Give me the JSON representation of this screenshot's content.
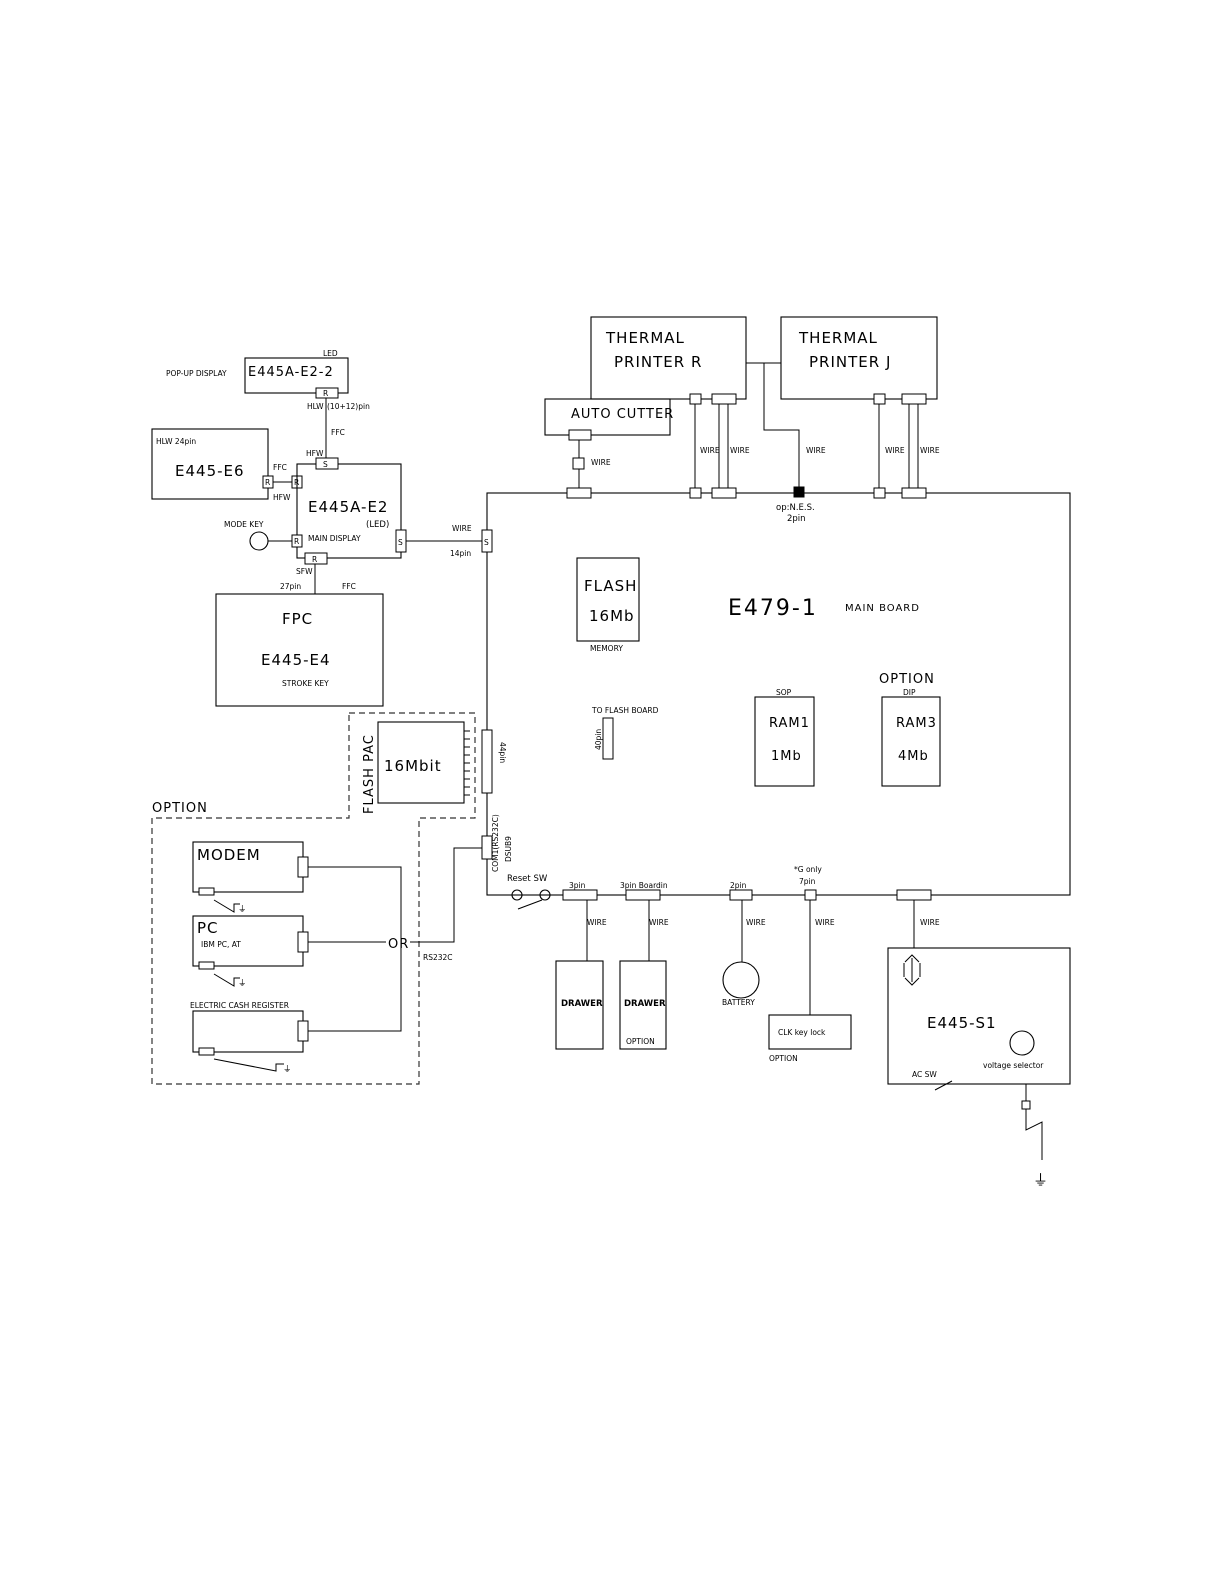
{
  "thermal_printer_r": {
    "line1": "THERMAL",
    "line2": "PRINTER R"
  },
  "thermal_printer_j": {
    "line1": "THERMAL",
    "line2": "PRINTER J"
  },
  "auto_cutter": "AUTO CUTTER",
  "popup_display": {
    "caption": "POP-UP DISPLAY",
    "board": "E445A-E2-2",
    "led": "LED",
    "hlw": "HLW",
    "pins": "(10+12)pin",
    "ffc": "FFC",
    "r": "R"
  },
  "e445_e6": {
    "caption": "HLW 24pin",
    "board": "E445-E6",
    "ffc": "FFC",
    "hfw": "HFW",
    "r": "R"
  },
  "e445a_e2": {
    "board": "E445A-E2",
    "led": "(LED)",
    "hfw": "HFW",
    "main_display": "MAIN DISPLAY",
    "s": "S",
    "r": "R"
  },
  "mode_key": "MODE KEY",
  "sfw": "SFW",
  "pins27": "27pin",
  "ffc_fpc": "FFC",
  "fpc": {
    "line1": "FPC",
    "board": "E445-E4",
    "stroke": "STROKE KEY"
  },
  "main_board": {
    "name": "E479-1",
    "suffix": "MAIN BOARD"
  },
  "wire": "WIRE",
  "pins14": "14pin",
  "flash": {
    "line1": "FLASH",
    "line2": "16Mb",
    "memory": "MEMORY"
  },
  "to_flash_board": "TO FLASH BOARD",
  "pins40": "40pin",
  "sop": "SOP",
  "ram1": {
    "line1": "RAM1",
    "line2": "1Mb"
  },
  "option_dip": {
    "option": "OPTION",
    "dip": "DIP"
  },
  "ram3": {
    "line1": "RAM3",
    "line2": "4Mb"
  },
  "op_nes": {
    "line1": "op:N.E.S.",
    "line2": "2pin"
  },
  "flash_pac": {
    "label": "FLASH PAC",
    "chip": "16Mbit",
    "pins": "44pin"
  },
  "com1": {
    "line1": "COM1(RS232C)",
    "line2": "DSUB9"
  },
  "option_group": "OPTION",
  "modem": "MODEM",
  "pc": {
    "name": "PC",
    "sub": "IBM PC, AT"
  },
  "ecr": "ELECTRIC CASH REGISTER",
  "or": "OR",
  "rs232c": "RS232C",
  "reset_sw": "Reset SW",
  "pins3": "3pin",
  "pins3_board": "3pin Boardin",
  "pins2": "2pin",
  "g_only": {
    "line1": "*G only",
    "line2": "7pin"
  },
  "drawer": "DRAWER",
  "drawer_option": {
    "name": "DRAWER",
    "option": "OPTION"
  },
  "battery": "BATTERY",
  "clk": {
    "name": "CLK key lock",
    "option": "OPTION"
  },
  "e445_s1": {
    "board": "E445-S1",
    "selector": "voltage selector",
    "ac_sw": "AC SW"
  }
}
